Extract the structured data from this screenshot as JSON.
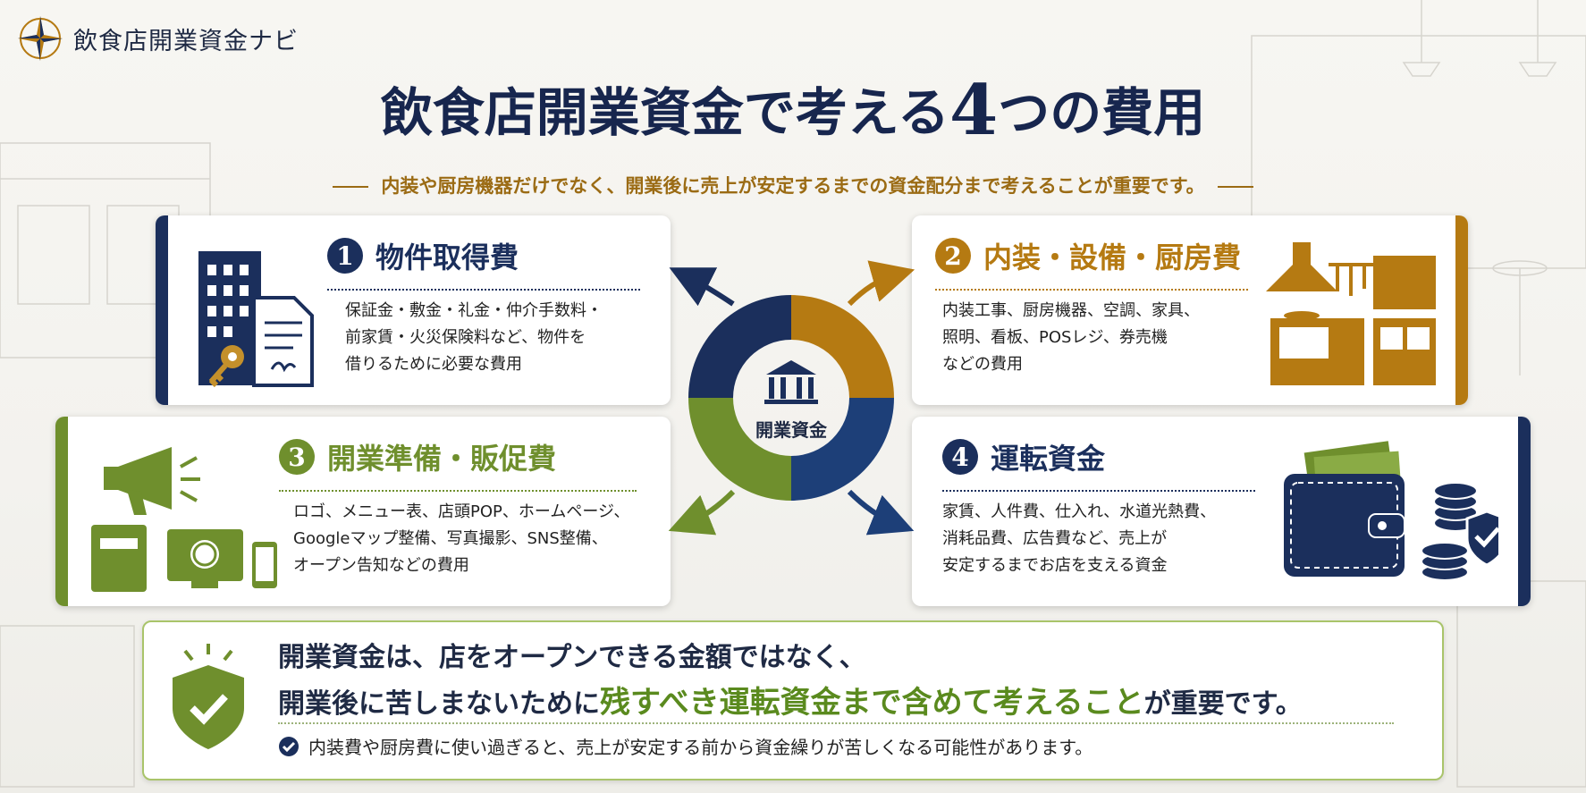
{
  "brand": {
    "name": "飲食店開業資金ナビ",
    "icon": "compass-icon"
  },
  "title": {
    "main": "飲食店開業資金で考える",
    "number": "4",
    "tail": "つの費用"
  },
  "subtitle": "内装や厨房機器だけでなく、開業後に売上が安定するまでの資金配分まで考えることが重要です。",
  "center": {
    "label": "開業資金",
    "icon": "bank-building-icon"
  },
  "colors": {
    "navy": "#1b2f5c",
    "gold": "#b57a12",
    "green": "#6f8f2d",
    "darkblue": "#1d3f78"
  },
  "cards": [
    {
      "num": "1",
      "title": "物件取得費",
      "lines": [
        "保証金・敷金・礼金・仲介手数料・",
        "前家賃・火災保険料など、物件を",
        "借りるために必要な費用"
      ],
      "icon": "building-contract-key-icon"
    },
    {
      "num": "2",
      "title": "内装・設備・厨房費",
      "lines": [
        "内装工事、厨房機器、空調、家具、",
        "照明、看板、POSレジ、券売機",
        "などの費用"
      ],
      "icon": "kitchen-icon"
    },
    {
      "num": "3",
      "title": "開業準備・販促費",
      "lines": [
        "ロゴ、メニュー表、店頭POP、ホームページ、",
        "Googleマップ整備、写真撮影、SNS整備、",
        "オープン告知などの費用"
      ],
      "icon": "megaphone-menu-devices-icon"
    },
    {
      "num": "4",
      "title": "運転資金",
      "lines": [
        "家賃、人件費、仕入れ、水道光熱費、",
        "消耗品費、広告費など、売上が",
        "安定するまでお店を支える資金"
      ],
      "icon": "wallet-coins-shield-icon"
    }
  ],
  "bottom": {
    "line1": "開業資金は、店をオープンできる金額ではなく、",
    "line2_a": "開業後に苦しまないために",
    "line2_hl": "残すべき運転資金まで含めて考えること",
    "line2_b": "が重要です。",
    "note": "内装費や厨房費に使い過ぎると、売上が安定する前から資金繰りが苦しくなる可能性があります。",
    "icon": "shield-check-icon"
  }
}
